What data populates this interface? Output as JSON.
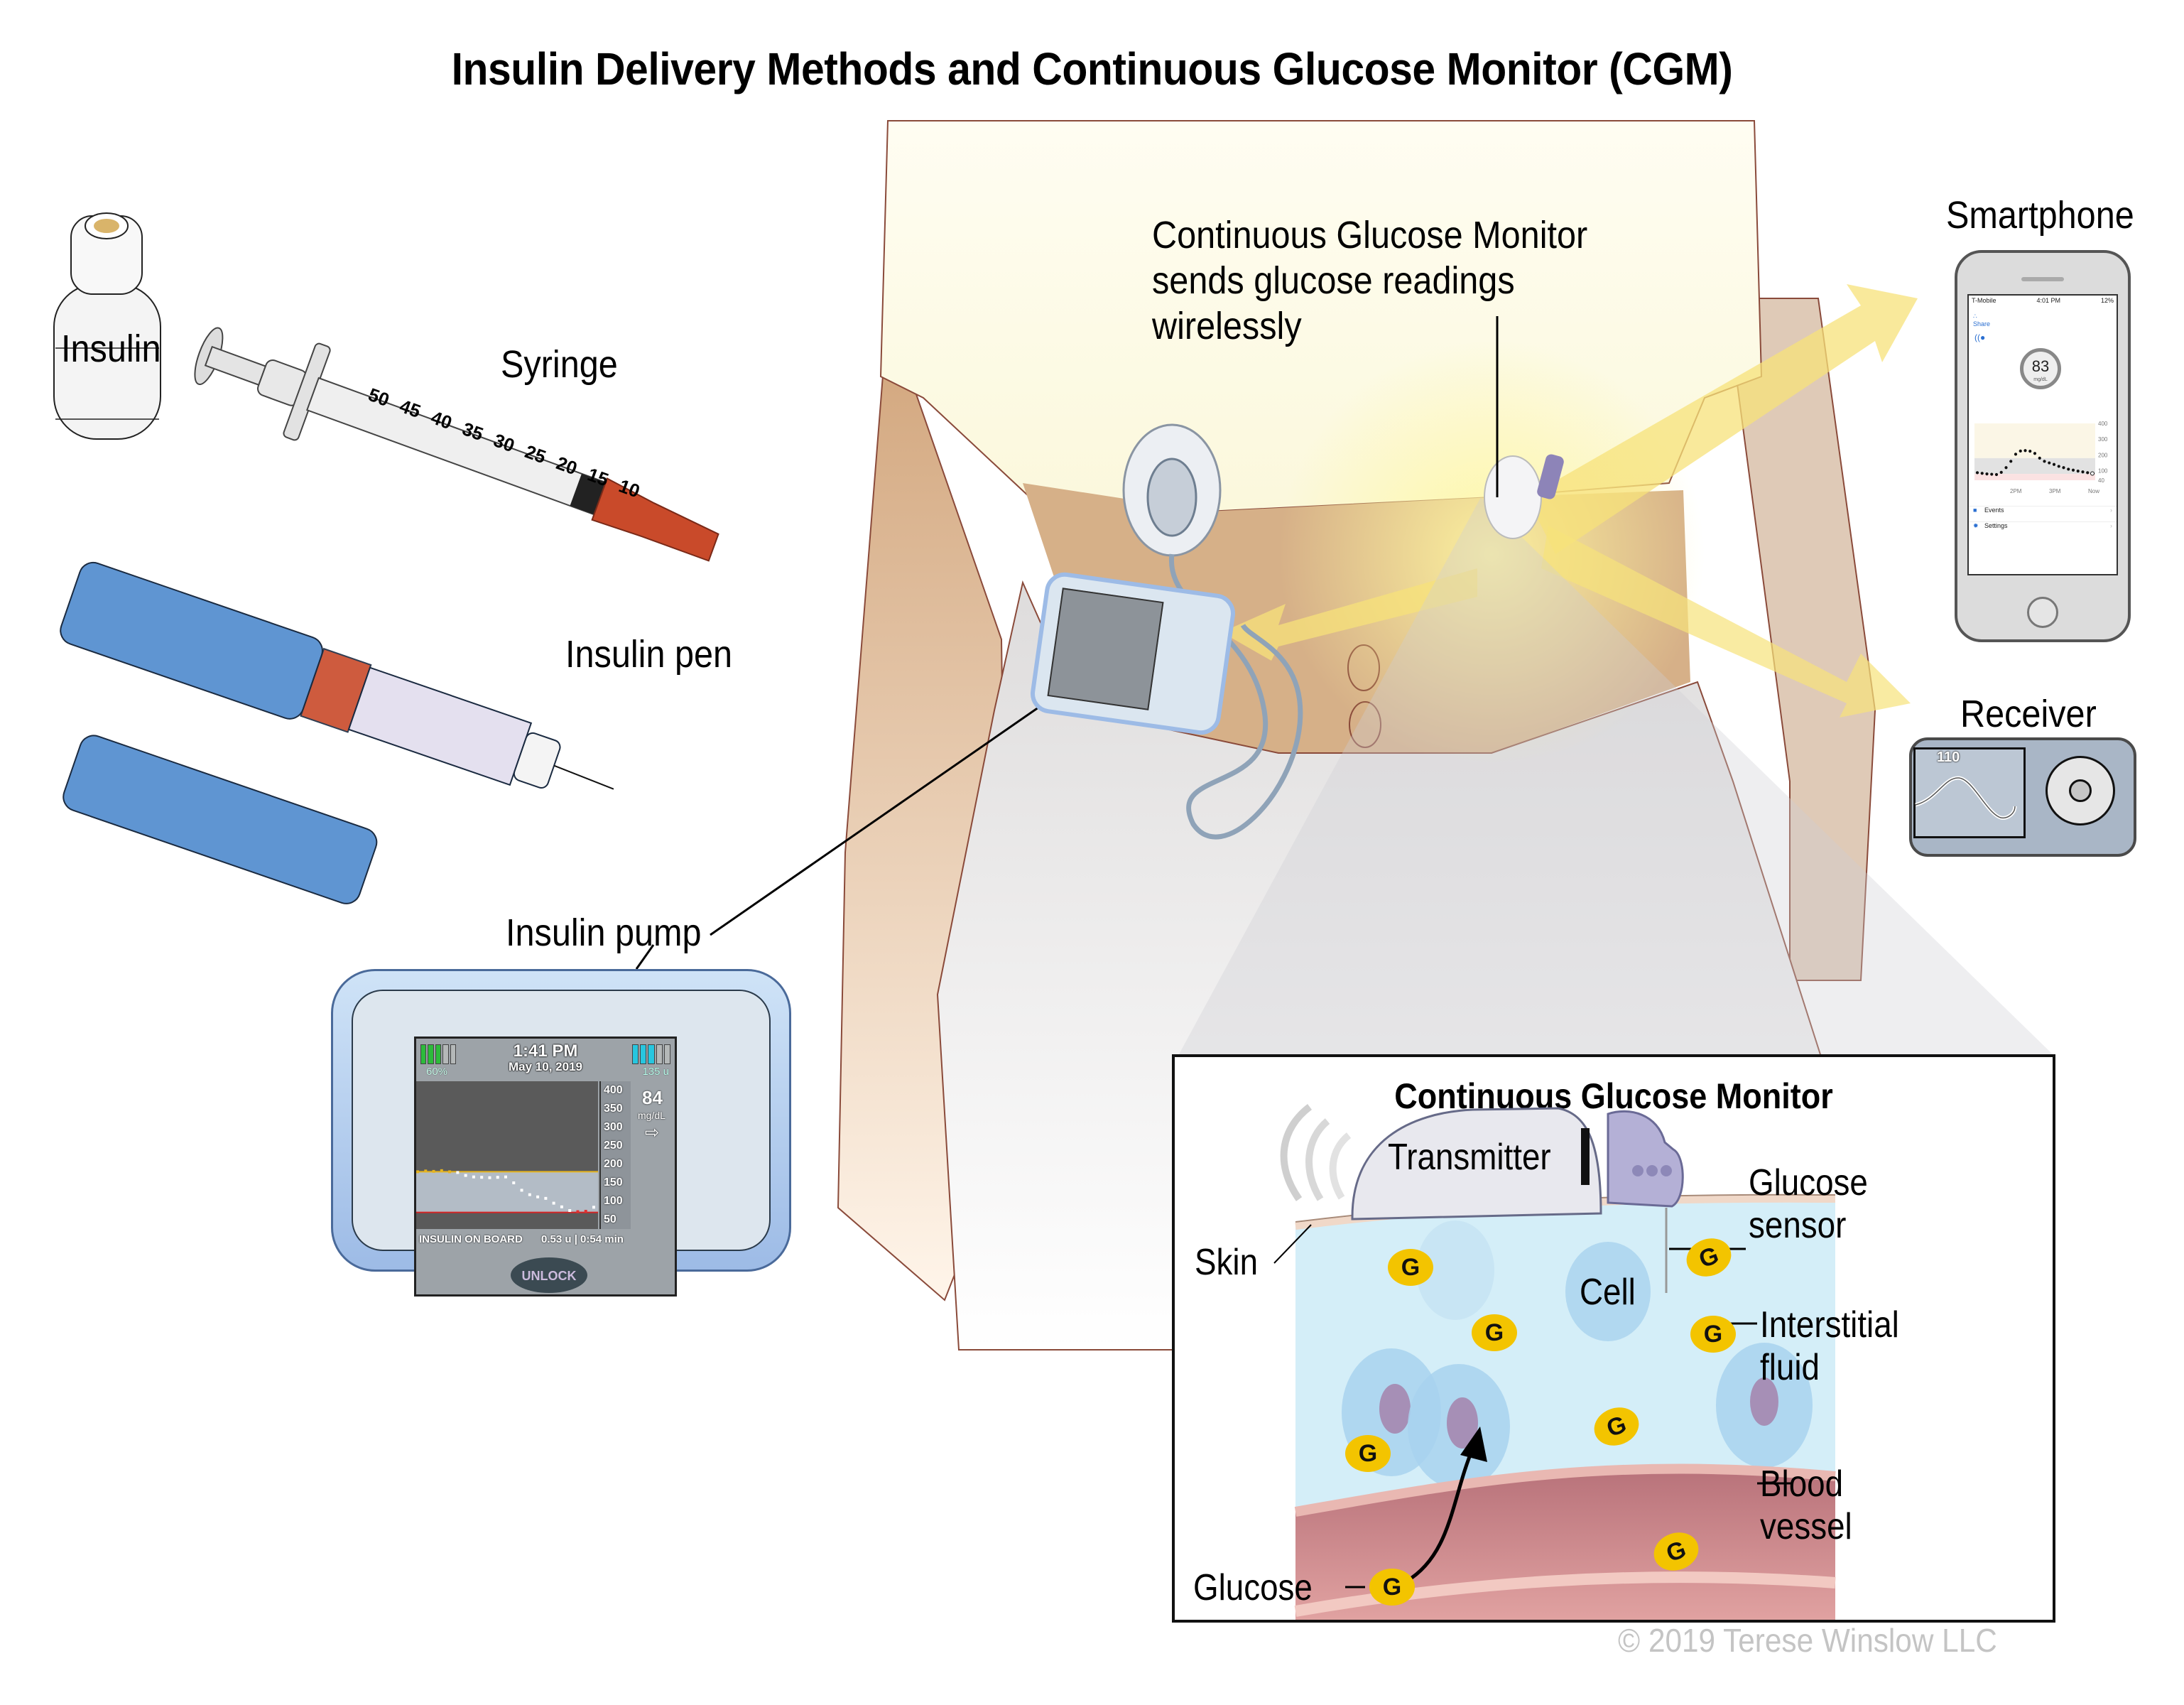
{
  "title": "Insulin Delivery Methods and Continuous Glucose Monitor (CGM)",
  "colors": {
    "shirt": "#fdfbe6",
    "skin": "#d6b088",
    "pants": "#e6e5e6",
    "pen_blue": "#5f95d2",
    "syringe_cap": "#c94a2a",
    "glucose_yellow": "#f3c400",
    "interstitial_fluid": "#d4eef8",
    "blood_vessel": "#d98a8a",
    "signal_yellow": "#f7e27a",
    "pump_frame": "#9dbbe6"
  },
  "labels": {
    "vial": "Insulin",
    "syringe": "Syringe",
    "insulin_pen": "Insulin pen",
    "insulin_pump": "Insulin pump",
    "cgm_caption": [
      "Continuous Glucose Monitor",
      "sends glucose readings",
      "wirelessly"
    ],
    "smartphone": "Smartphone",
    "receiver": "Receiver"
  },
  "syringe": {
    "scale_marks": [
      "50",
      "45",
      "40",
      "35",
      "30",
      "25",
      "20",
      "15",
      "10"
    ]
  },
  "pump_screen": {
    "time": "1:41 PM",
    "date": "May 10, 2019",
    "battery_percent": "60%",
    "battery_level": 0.6,
    "reservoir": "135 u",
    "reservoir_level": 0.6,
    "axis_ticks": [
      "400",
      "350",
      "300",
      "250",
      "200",
      "150",
      "100",
      "50"
    ],
    "glucose_value": "84",
    "glucose_unit": "mg/dL",
    "trend_arrow": "right-arrow",
    "insulin_on_board_label": "INSULIN ON BOARD",
    "insulin_on_board_value": "0.53 u | 0:54 min",
    "unlock_label": "UNLOCK",
    "high_threshold": 180,
    "low_threshold": 70,
    "trace": [
      180,
      182,
      181,
      183,
      180,
      178,
      170,
      166,
      165,
      164,
      165,
      166,
      150,
      130,
      118,
      112,
      108,
      95,
      85,
      75,
      72,
      73,
      84
    ]
  },
  "smartphone_screen": {
    "carrier": "T-Mobile",
    "time": "4:01 PM",
    "battery": "12%",
    "share_label": "Share",
    "glucose_value": "83",
    "glucose_unit": "mg/dL",
    "axis_ticks": [
      "400",
      "300",
      "200",
      "100",
      "40"
    ],
    "time_ticks": [
      "2PM",
      "3PM",
      "Now"
    ],
    "menu": [
      {
        "icon": "book-icon",
        "label": "Events"
      },
      {
        "icon": "gear-icon",
        "label": "Settings"
      }
    ],
    "trace": [
      88,
      84,
      80,
      78,
      76,
      90,
      120,
      160,
      205,
      225,
      228,
      224,
      210,
      180,
      160,
      150,
      140,
      128,
      120,
      110,
      104,
      98,
      93,
      88,
      83
    ]
  },
  "receiver_screen": {
    "glucose_value": "110"
  },
  "cgm_inset": {
    "title": "Continuous Glucose Monitor",
    "labels": {
      "transmitter": "Transmitter",
      "glucose_sensor": [
        "Glucose",
        "sensor"
      ],
      "skin": "Skin",
      "cell": "Cell",
      "interstitial_fluid": [
        "Interstitial",
        "fluid"
      ],
      "blood_vessel": [
        "Blood",
        "vessel"
      ],
      "glucose": "Glucose"
    },
    "glucose_symbol": "G"
  },
  "copyright": "© 2019 Terese Winslow LLC"
}
